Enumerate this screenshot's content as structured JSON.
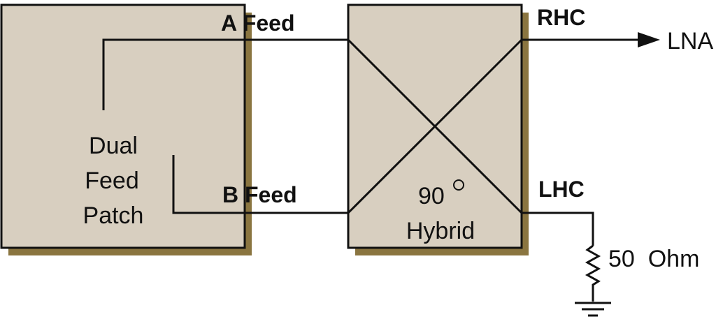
{
  "patch": {
    "line1": "Dual",
    "line2": "Feed",
    "line3": "Patch"
  },
  "feeds": {
    "a": "A Feed",
    "b": "B Feed"
  },
  "hybrid": {
    "degrees": "90",
    "name": "Hybrid"
  },
  "ports": {
    "rhc": "RHC",
    "lhc": "LHC"
  },
  "output": "LNA",
  "termination": "50  Ohm",
  "colors": {
    "box_fill": "#d8cfc0",
    "shadow": "#8a7540",
    "line": "#111111"
  }
}
